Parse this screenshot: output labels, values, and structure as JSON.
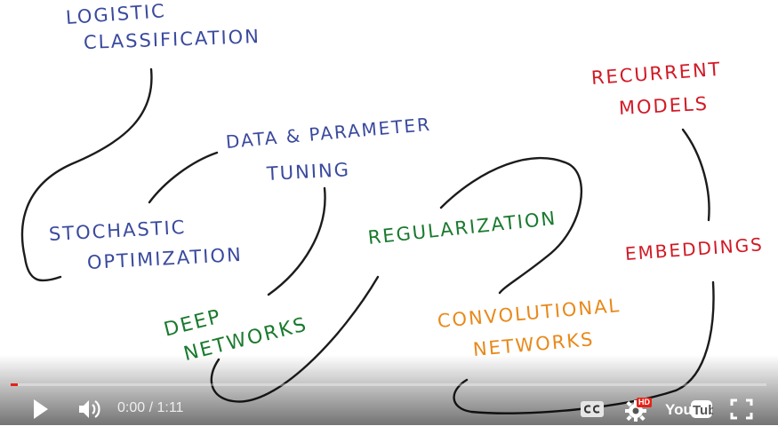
{
  "labels": {
    "logistic_1": "LOGISTIC",
    "logistic_2": "CLASSIFICATION",
    "stochastic_1": "STOCHASTIC",
    "stochastic_2": "OPTIMIZATION",
    "data_1": "DATA & PARAMETER",
    "data_2": "TUNING",
    "deep_1": "DEEP",
    "deep_2": "NETWORKS",
    "regularization": "REGULARIZATION",
    "convolutional_1": "CONVOLUTIONAL",
    "convolutional_2": "NETWORKS",
    "recurrent_1": "RECURRENT",
    "recurrent_2": "MODELS",
    "embeddings": "EMBEDDINGS"
  },
  "colors": {
    "blue": "#3a4a9e",
    "green": "#1a7a2e",
    "orange": "#e8891a",
    "red": "#d11a26",
    "progress": "#e62117"
  },
  "player": {
    "current_time": "0:00",
    "separator": " / ",
    "duration": "1:11",
    "progress": 0.008,
    "hd_badge": "HD",
    "youtube_logo": "YouTube",
    "icons": [
      "play-icon",
      "volume-icon",
      "captions-icon",
      "settings-icon",
      "youtube-logo",
      "fullscreen-icon"
    ]
  }
}
